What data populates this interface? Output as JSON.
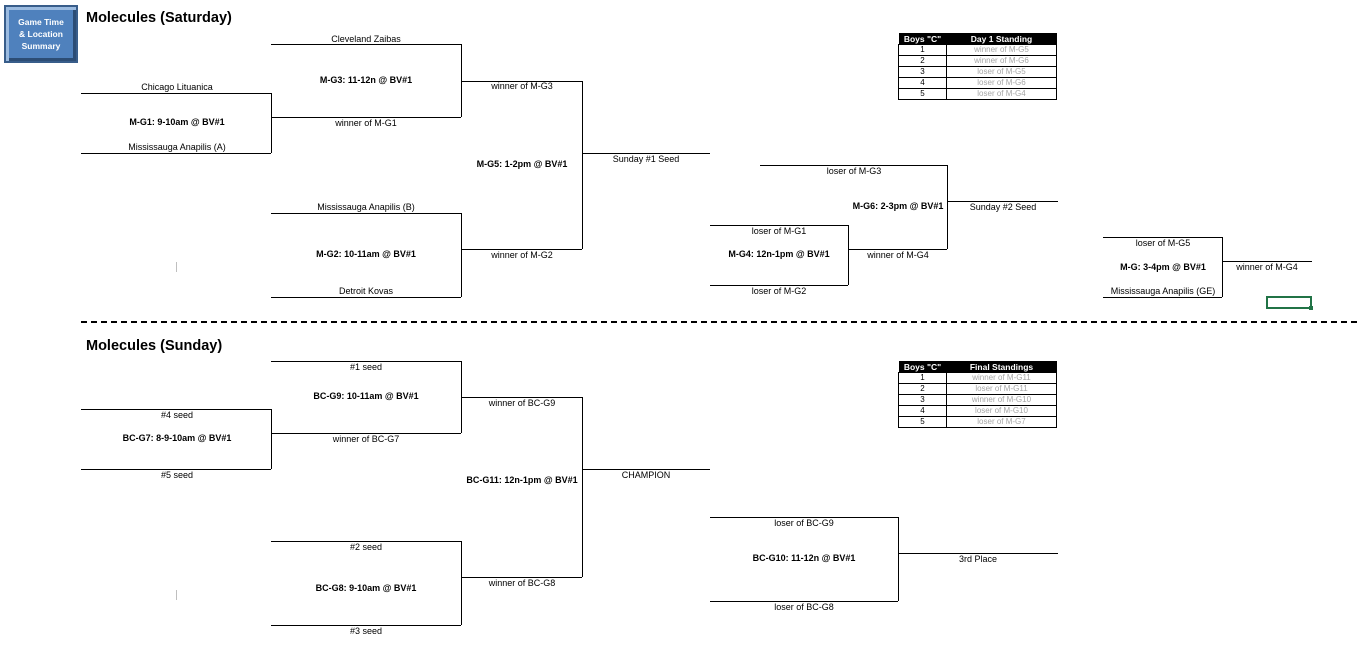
{
  "button": {
    "label": "Game Time\n& Location\nSummary"
  },
  "sat": {
    "title": "Molecules (Saturday)",
    "g3": {
      "top": "Cleveland Zaibas",
      "game": "M-G3: 11-12n @ BV#1",
      "bottom": "winner of M-G1"
    },
    "g1": {
      "top": "Chicago Lituanica",
      "game": "M-G1: 9-10am @ BV#1",
      "bottom": "Mississauga Anapilis (A)"
    },
    "g5": {
      "top": "winner of M-G3",
      "game": "M-G5: 1-2pm @ BV#1",
      "bottom": "winner of M-G2",
      "result": "Sunday #1 Seed"
    },
    "g2": {
      "top": "Mississauga Anapilis (B)",
      "game": "M-G2: 10-11am @ BV#1",
      "bottom": "Detroit Kovas"
    },
    "g6": {
      "top": "loser of M-G3",
      "game": "M-G6: 2-3pm @ BV#1",
      "bottom": "winner of M-G4",
      "result": "Sunday #2 Seed"
    },
    "g4": {
      "top": "loser of M-G1",
      "game": "M-G4: 12n-1pm @ BV#1",
      "bottom": "loser of M-G2"
    },
    "g7": {
      "top": "loser of M-G5",
      "game": "M-G: 3-4pm @ BV#1",
      "bottom": "Mississauga Anapilis (GE)",
      "result": "winner of M-G4"
    }
  },
  "sun": {
    "title": "Molecules (Sunday)",
    "g9": {
      "top": "#1 seed",
      "game": "BC-G9: 10-11am @ BV#1",
      "bottom": "winner of BC-G7"
    },
    "g7": {
      "top": "#4 seed",
      "game": "BC-G7: 8-9-10am @ BV#1",
      "bottom": "#5 seed"
    },
    "g11": {
      "top": "winner of BC-G9",
      "game": "BC-G11: 12n-1pm @ BV#1",
      "bottom": "winner of BC-G8",
      "result": "CHAMPION"
    },
    "g8": {
      "top": "#2 seed",
      "game": "BC-G8: 9-10am @ BV#1",
      "bottom": "#3 seed"
    },
    "g10": {
      "top": "loser of BC-G9",
      "game": "BC-G10: 11-12n @ BV#1",
      "bottom": "loser of BC-G8",
      "result": "3rd Place"
    }
  },
  "day1": {
    "head1": "Boys \"C\"",
    "head2": "Day 1 Standing",
    "rows": [
      {
        "rank": "1",
        "team": "winner of M-G5"
      },
      {
        "rank": "2",
        "team": "winner of M-G6"
      },
      {
        "rank": "3",
        "team": "loser of M-G5"
      },
      {
        "rank": "4",
        "team": "loser of M-G6"
      },
      {
        "rank": "5",
        "team": "loser of M-G4"
      }
    ]
  },
  "final": {
    "head1": "Boys \"C\"",
    "head2": "Final Standings",
    "rows": [
      {
        "rank": "1",
        "team": "winner of M-G11"
      },
      {
        "rank": "2",
        "team": "loser of M-G11"
      },
      {
        "rank": "3",
        "team": "winner of M-G10"
      },
      {
        "rank": "4",
        "team": "loser of M-G10"
      },
      {
        "rank": "5",
        "team": "loser of M-G7"
      }
    ]
  },
  "colors": {
    "button": "#4f81bd",
    "selection": "#217346",
    "placeholder_text": "#a6a6a6"
  }
}
